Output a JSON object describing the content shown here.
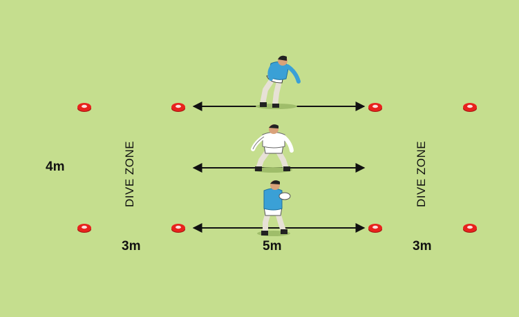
{
  "labels": {
    "width_left": "4m",
    "dive_zone_left": "DIVE ZONE",
    "dive_zone_right": "DIVE ZONE",
    "gap_left": "3m",
    "gap_middle": "5m",
    "gap_right": "3m"
  },
  "colors": {
    "grass": "#c5de8e",
    "cone": "#e8221d",
    "attacker_shirt": "#3aa0d6",
    "defender_shirt": "#ffffff"
  },
  "icons": {
    "cone": "cone-icon",
    "player": "player-icon"
  }
}
